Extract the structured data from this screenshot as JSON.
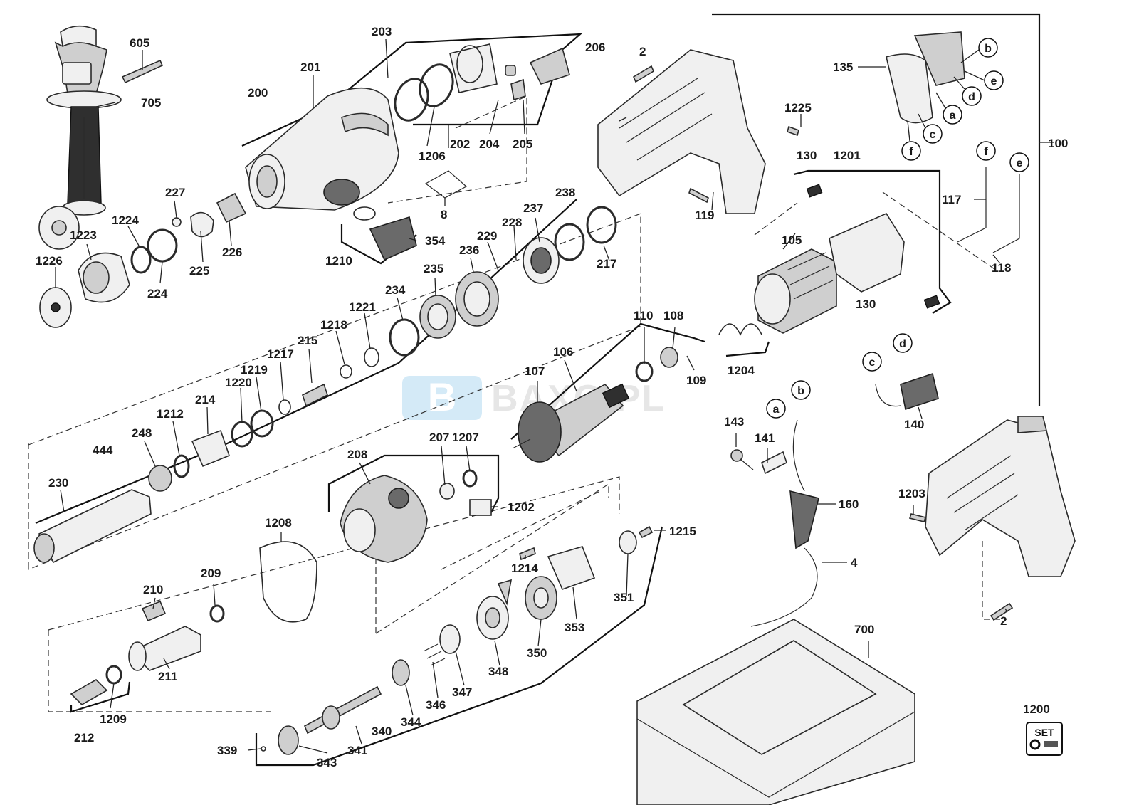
{
  "watermark": {
    "text": "BAXO.PL",
    "mark": "B"
  },
  "set_badge": {
    "number": "1200",
    "text": "SET"
  },
  "labels": {
    "l605": "605",
    "l705": "705",
    "l200": "200",
    "l201": "201",
    "l203": "203",
    "l206": "206",
    "l202": "202",
    "l204": "204",
    "l205": "205",
    "l1206": "1206",
    "l8": "8",
    "l227": "227",
    "l1224": "1224",
    "l1223": "1223",
    "l1226": "1226",
    "l224": "224",
    "l225": "225",
    "l226": "226",
    "l1210": "1210",
    "l354": "354",
    "l238": "238",
    "l237": "237",
    "l228": "228",
    "l229": "229",
    "l236": "236",
    "l235": "235",
    "l217": "217",
    "l234": "234",
    "l1221": "1221",
    "l1218": "1218",
    "l215": "215",
    "l1217": "1217",
    "l1219": "1219",
    "l1220": "1220",
    "l214": "214",
    "l1212": "1212",
    "l248": "248",
    "l444": "444",
    "l230": "230",
    "l2a": "2",
    "l1225": "1225",
    "l119": "119",
    "l105": "105",
    "l110": "110",
    "l108": "108",
    "l109": "109",
    "l1204": "1204",
    "l106": "106",
    "l107": "107",
    "l130a": "130",
    "l1201": "1201",
    "l130b": "130",
    "l135": "135",
    "l100": "100",
    "l117": "117",
    "l118": "118",
    "l140": "140",
    "l143": "143",
    "l141": "141",
    "l160": "160",
    "l4": "4",
    "l1203": "1203",
    "l2b": "2",
    "l700": "700",
    "l208": "208",
    "l207": "207",
    "l1207": "1207",
    "l1202": "1202",
    "l1208": "1208",
    "l1215": "1215",
    "l1214": "1214",
    "l351": "351",
    "l353": "353",
    "l350": "350",
    "l348": "348",
    "l347": "347",
    "l346": "346",
    "l344": "344",
    "l340": "340",
    "l341": "341",
    "l343": "343",
    "l339": "339",
    "l209": "209",
    "l210": "210",
    "l211": "211",
    "l212": "212",
    "l1209": "1209"
  },
  "wire_tags": {
    "b": "b",
    "e": "e",
    "d": "d",
    "a": "a",
    "c": "c",
    "f": "f",
    "w_f": "f",
    "w_e": "e",
    "w_c": "c",
    "w_d": "d",
    "w_a": "a",
    "w_b": "b"
  }
}
